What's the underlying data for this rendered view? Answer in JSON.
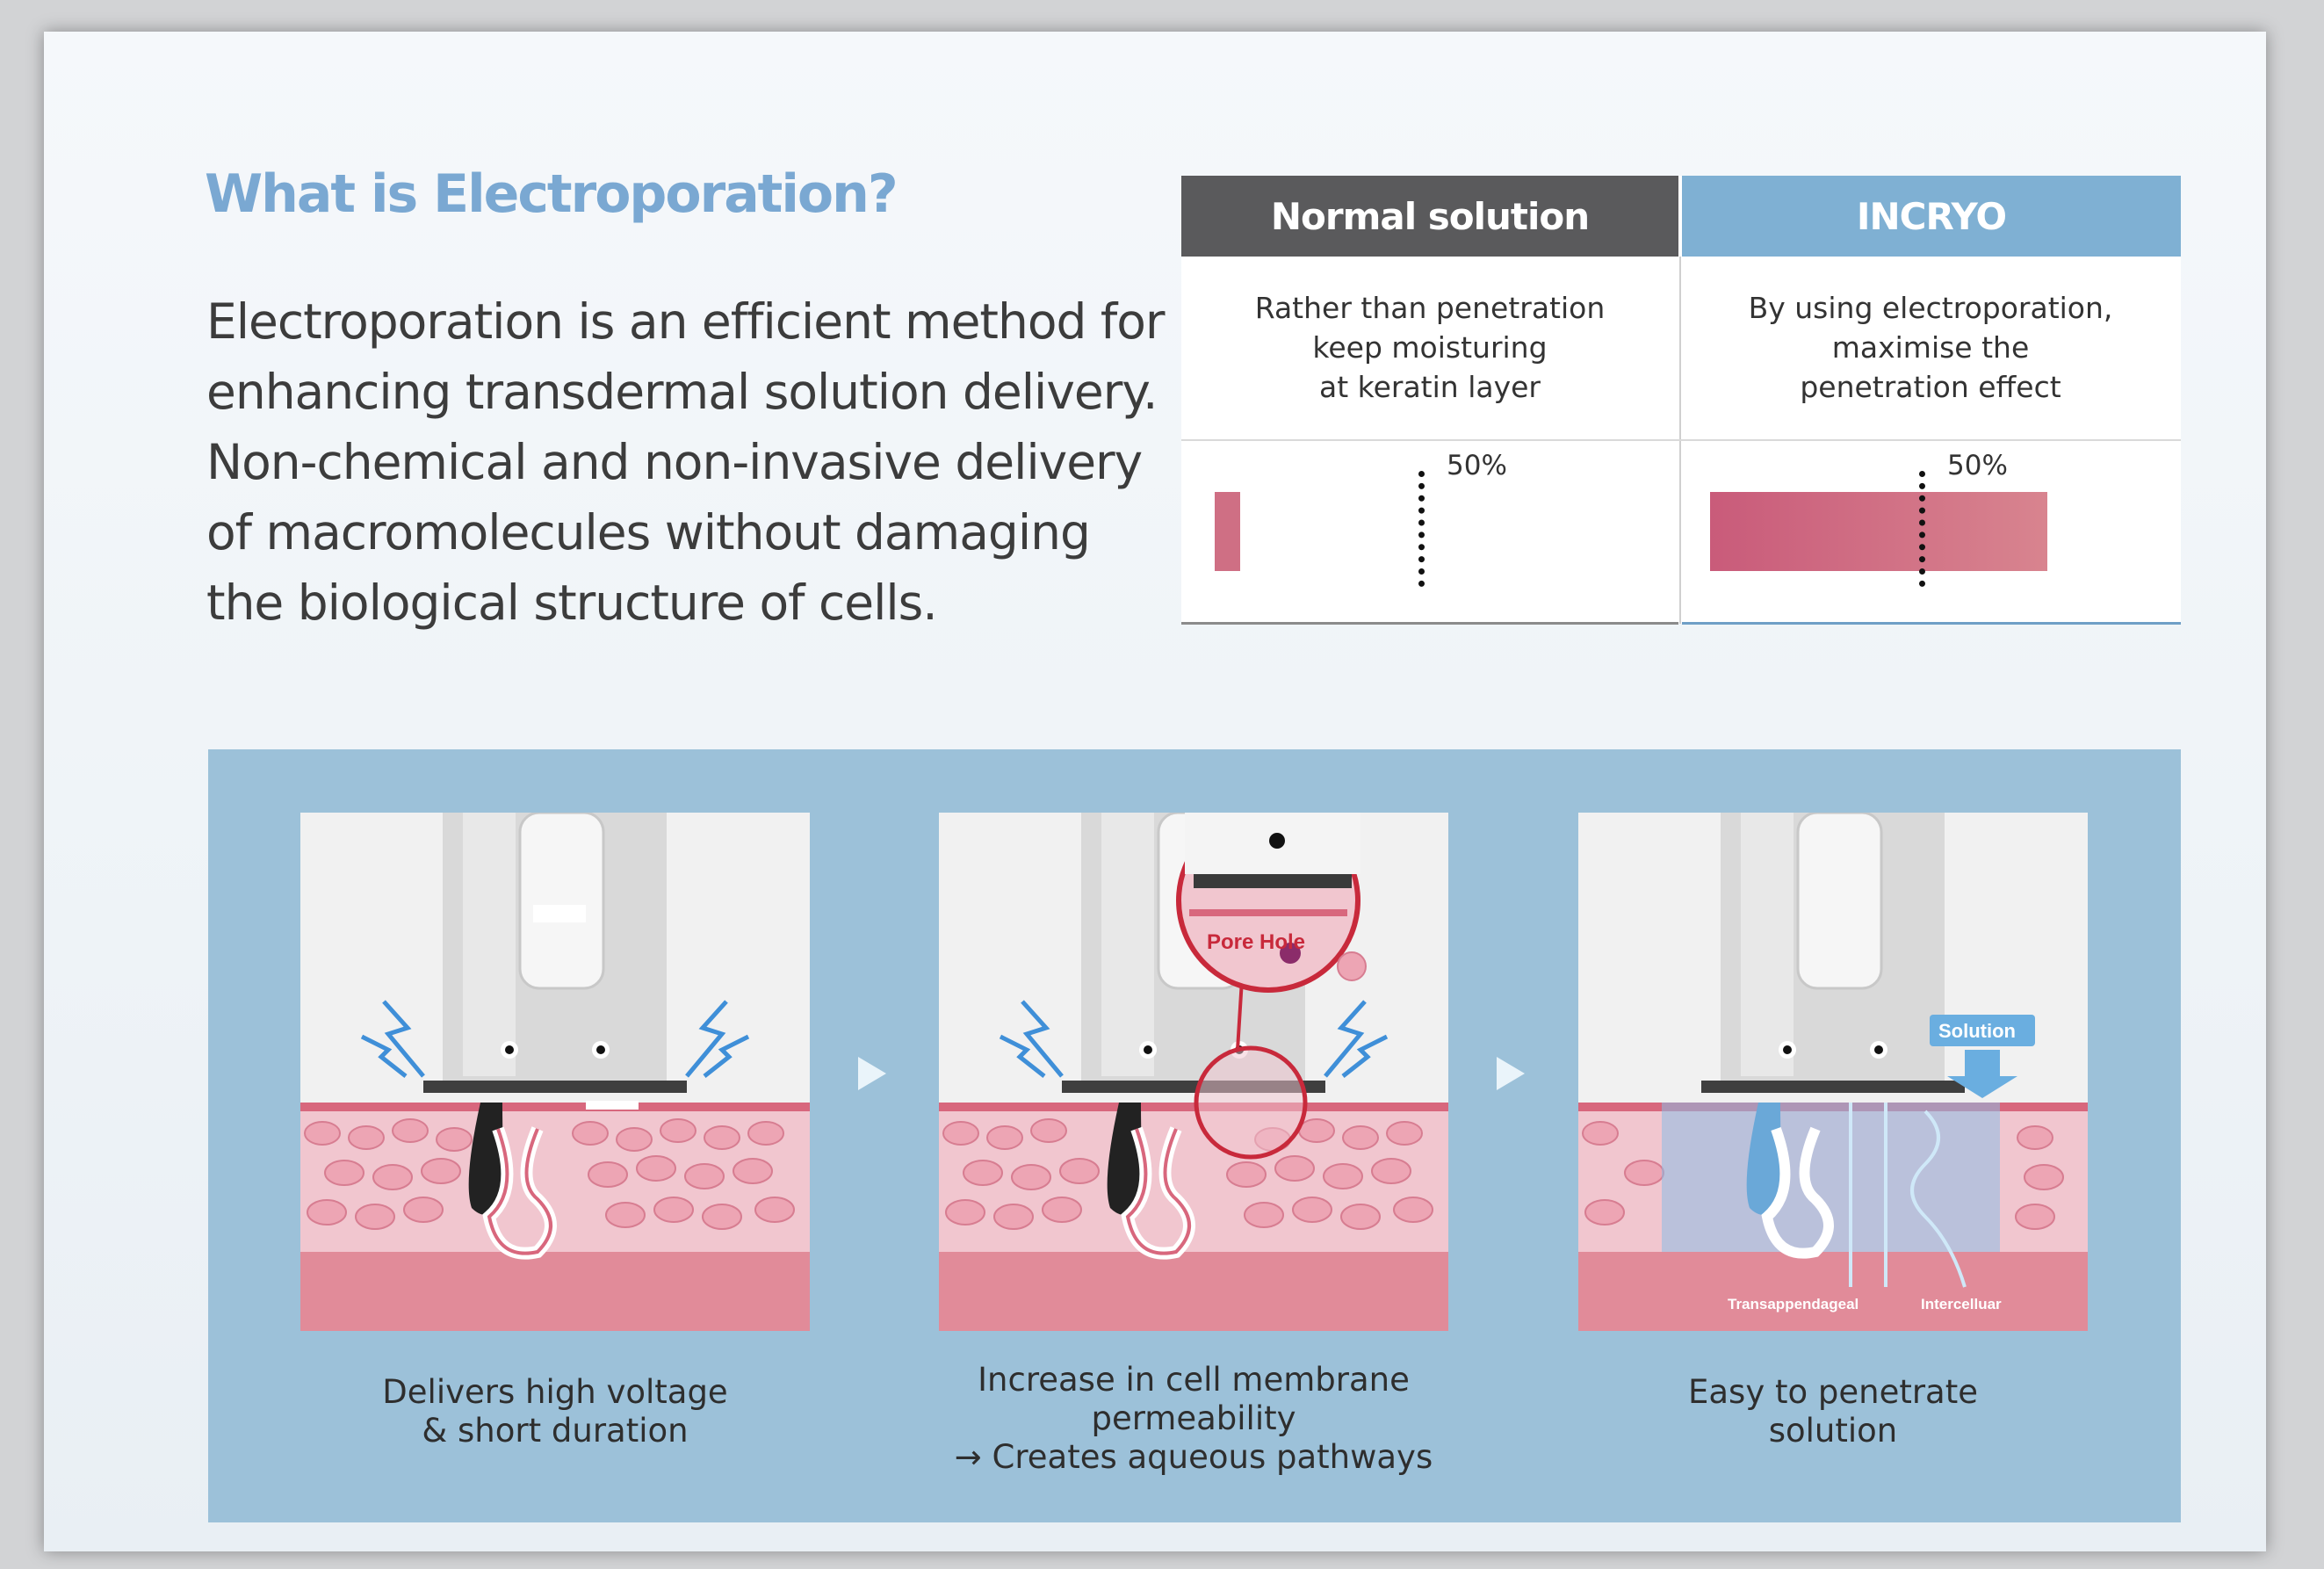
{
  "header": {
    "title": "What is Electroporation?",
    "intro_lines": [
      "Electroporation is an efficient method for",
      "enhancing transdermal solution delivery.",
      "Non-chemical and non-invasive delivery",
      "of macromolecules without damaging",
      "the biological structure of cells."
    ]
  },
  "comparison": {
    "normal": {
      "heading": "Normal solution",
      "description_lines": [
        "Rather than penetration",
        "keep moisturing",
        "at keratin layer"
      ],
      "marker_label": "50%",
      "penetration_fraction": 0.06
    },
    "incryo": {
      "heading": "INCRYO",
      "description_lines": [
        "By using electroporation,",
        "maximise the",
        "penetration effect"
      ],
      "marker_label": "50%",
      "penetration_fraction": 0.8
    }
  },
  "steps": [
    {
      "caption_lines": [
        "Delivers high voltage",
        "& short duration"
      ]
    },
    {
      "caption_lines": [
        "Increase in cell membrane",
        "permeability",
        "→ Creates aqueous pathways"
      ],
      "callout_label": "Pore Hole"
    },
    {
      "caption_lines": [
        "Easy to penetrate",
        "solution"
      ],
      "solution_label": "Solution",
      "pathway_labels": [
        "Transappendageal",
        "Intercelluar"
      ]
    }
  ],
  "colors": {
    "title": "#7aa8d2",
    "normal_header": "#5a5a5c",
    "incryo_header": "#7fb0d3",
    "bar_fill": "#cf6f84",
    "process_background": "#9cc1d9",
    "skin": "#e18b99"
  }
}
